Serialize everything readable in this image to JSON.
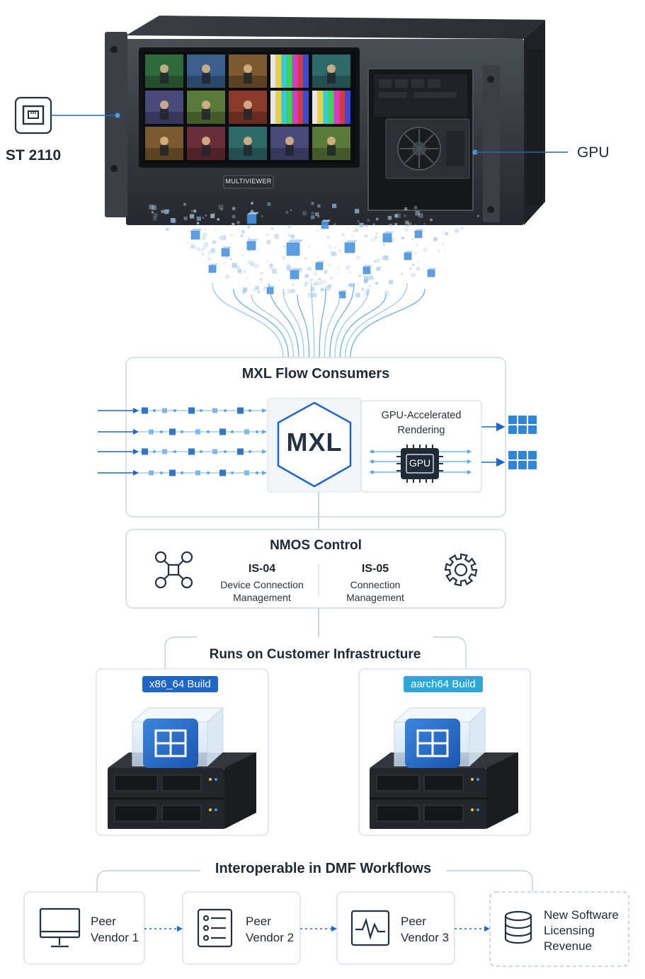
{
  "hardware": {
    "panel_label": "MULTIVIEWER",
    "left_label": "ST 2110",
    "right_label": "GPU"
  },
  "mxl_box": {
    "title": "MXL Flow Consumers",
    "center_label": "MXL",
    "gpu_title_line1": "GPU-Accelerated",
    "gpu_title_line2": "Rendering",
    "chip_label": "GPU"
  },
  "nmos": {
    "title": "NMOS Control",
    "left": {
      "code": "IS-04",
      "line1": "Device Connection",
      "line2": "Management"
    },
    "right": {
      "code": "IS-05",
      "line1": "Connection",
      "line2": "Management"
    }
  },
  "infra": {
    "title": "Runs on Customer Infrastructure",
    "builds": [
      {
        "label": "x86_64 Build",
        "color": "#1f66c8"
      },
      {
        "label": "aarch64 Build",
        "color": "#2aa9d8"
      }
    ]
  },
  "dmf": {
    "title": "Interoperable in DMF Workflows",
    "vendors": [
      {
        "line1": "Peer",
        "line2": "Vendor 1",
        "icon": "monitor-icon"
      },
      {
        "line1": "Peer",
        "line2": "Vendor 2",
        "icon": "checklist-icon"
      },
      {
        "line1": "Peer",
        "line2": "Vendor 3",
        "icon": "waveform-icon"
      }
    ],
    "revenue": {
      "line1": "New Software",
      "line2": "Licensing",
      "line3": "Revenue",
      "icon": "database-icon"
    }
  },
  "colors": {
    "accent": "#1f66c8",
    "accent_light": "#5aa6e8",
    "cyan": "#2aa9d8",
    "frame": "#cfd9e4"
  }
}
